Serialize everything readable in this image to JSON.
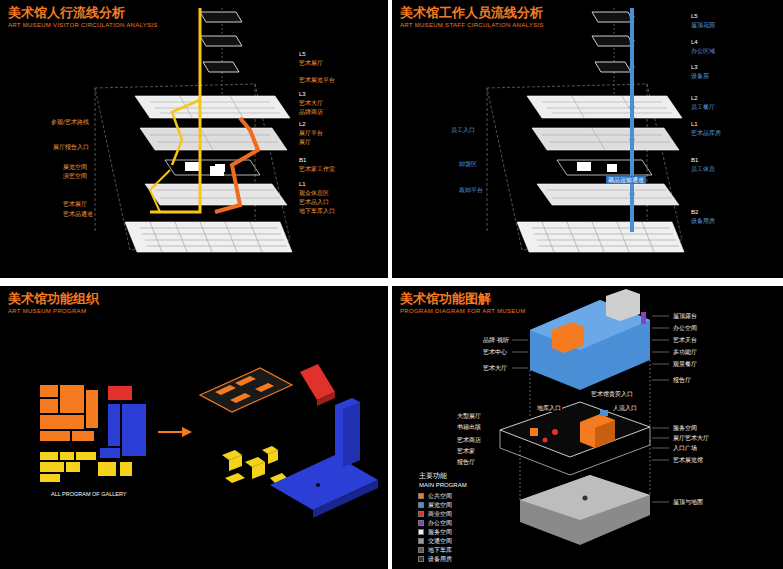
{
  "diagram": {
    "nodes": [
      {
        "text": [
          "美术馆人行流线分析",
          "ART MUSEUM VISITOR CIRCULATION ANALYSIS"
        ]
      },
      {
        "text": [
          "美术馆工作人员流线分析",
          "ART MUSEUM STAFF CIRCULATION ANALYSIS"
        ]
      },
      {
        "text": [
          "美术馆功能组织",
          "ART MUSEUM PROGRAM"
        ]
      },
      {
        "text": [
          "美术馆功能图解",
          "PROGRAM DIAGRAM FOR ART MUSEUM"
        ]
      }
    ],
    "labels": [
      "L5",
      "艺术展厅",
      "艺术展览平台",
      "L3",
      "艺术大厅",
      "品牌商店",
      "L2",
      "展厅平台",
      "展厅",
      "B1",
      "艺术家工作室",
      "L1",
      "观众休息区",
      "艺术品入口",
      "地下车库入口",
      "参观/艺术路线",
      "展厅报告入口",
      "展览空间",
      "演艺空间",
      "艺术展厅",
      "艺术品通道",
      "L5",
      "屋顶花园",
      "L4",
      "办公区域",
      "L3",
      "设备层",
      "L2",
      "员工餐厅",
      "L1",
      "艺术品库房",
      "B1",
      "员工休息",
      "B2",
      "设备用房",
      "员工入口",
      "卸货区",
      "装卸平台",
      "藏品运输通道",
      "ALL PROGRAM OF GALLERY",
      "屋顶露台",
      "办公空间",
      "艺术天台",
      "多功能厅",
      "观景餐厅",
      "报告厅",
      "品牌·视听",
      "艺术中心",
      "艺术大厅",
      "艺术馆贵宾入口",
      "地库入口",
      "人流入口",
      "大型展厅",
      "书籍出版",
      "艺术商店",
      "艺术家",
      "报告厅",
      "服务空间",
      "展厅艺术大厅",
      "入口广场",
      "艺术展览馆",
      "屋顶与地面",
      "主要功能",
      "MAIN PROGRAM"
    ],
    "legend": [
      {
        "text": "公共空间",
        "color": "#f47b20"
      },
      {
        "text": "展览空间",
        "color": "#4a8fd6"
      },
      {
        "text": "商业空间",
        "color": "#e0322b"
      },
      {
        "text": "办公空间",
        "color": "#8a3fc4"
      },
      {
        "text": "服务空间",
        "color": "#f2f2f2"
      },
      {
        "text": "交通空间",
        "color": "#9a9a9a"
      },
      {
        "text": "地下车库",
        "color": "#5a5a5a"
      },
      {
        "text": "设备用房",
        "color": "#333333"
      }
    ]
  }
}
